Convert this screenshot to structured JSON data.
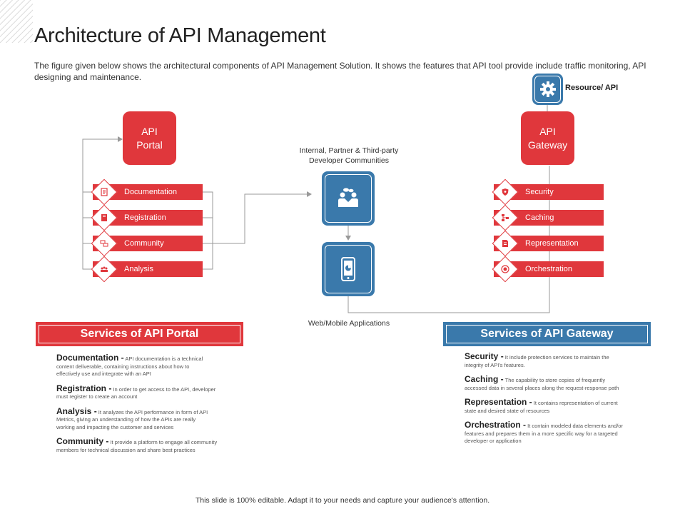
{
  "title": "Architecture of API Management",
  "subtitle": "The figure given below shows the architectural components of API Management Solution. It shows the features that API tool provide include traffic monitoring, API designing and maintenance.",
  "api_portal": {
    "label_line1": "API",
    "label_line2": "Portal",
    "items": [
      {
        "label": "Documentation",
        "icon": "document-icon"
      },
      {
        "label": "Registration",
        "icon": "registration-icon"
      },
      {
        "label": "Community",
        "icon": "community-icon"
      },
      {
        "label": "Analysis",
        "icon": "analysis-icon"
      }
    ]
  },
  "api_gateway": {
    "label_line1": "API",
    "label_line2": "Gateway",
    "items": [
      {
        "label": "Security",
        "icon": "shield-icon"
      },
      {
        "label": "Caching",
        "icon": "network-icon"
      },
      {
        "label": "Representation",
        "icon": "file-icon"
      },
      {
        "label": "Orchestration",
        "icon": "target-icon"
      }
    ]
  },
  "resource": {
    "label": "Resource/ API",
    "icon": "gear-icon"
  },
  "communities": {
    "label_line1": "Internal, Partner & Third-party",
    "label_line2": "Developer Communities",
    "icon": "handshake-icon"
  },
  "apps": {
    "label": "Web/Mobile Applications",
    "icon": "mobile-icon"
  },
  "colors": {
    "red": "#e0373c",
    "blue": "#3a79ab"
  },
  "portal_services": {
    "heading": "Services of API Portal",
    "items": [
      {
        "term": "Documentation -",
        "desc_lines": [
          "API documentation is a technical",
          "content deliverable, containing instructions about how to",
          "effectively use and integrate with an API"
        ]
      },
      {
        "term": "Registration -",
        "desc_lines": [
          "In order to get access to the API, developer",
          "must register to create an account"
        ]
      },
      {
        "term": "Analysis -",
        "desc_lines": [
          "It analyzes the API performance in form of API",
          "Metrics, giving an understanding of how the APIs are really",
          "working and impacting the customer and services"
        ]
      },
      {
        "term": "Community -",
        "desc_lines": [
          "It provide a platform to engage all community",
          "members for technical discussion and share best practices"
        ]
      }
    ]
  },
  "gateway_services": {
    "heading": "Services of  API Gateway",
    "items": [
      {
        "term": "Security -",
        "desc_lines": [
          "It include protection services to maintain the",
          "integrity of API's features."
        ]
      },
      {
        "term": "Caching -",
        "desc_lines": [
          "The capability to store copies of frequently",
          "accessed data in several places along the request-response path"
        ]
      },
      {
        "term": "Representation -",
        "desc_lines": [
          "It contains representation of current",
          "state and desired state of resources"
        ]
      },
      {
        "term": "Orchestration -",
        "desc_lines": [
          "It contain modeled data elements and/or",
          "features and prepares them in a more specific way for a targeted",
          "developer or application"
        ]
      }
    ]
  },
  "footer": "This slide is 100% editable. Adapt it to your needs and capture your audience's attention."
}
